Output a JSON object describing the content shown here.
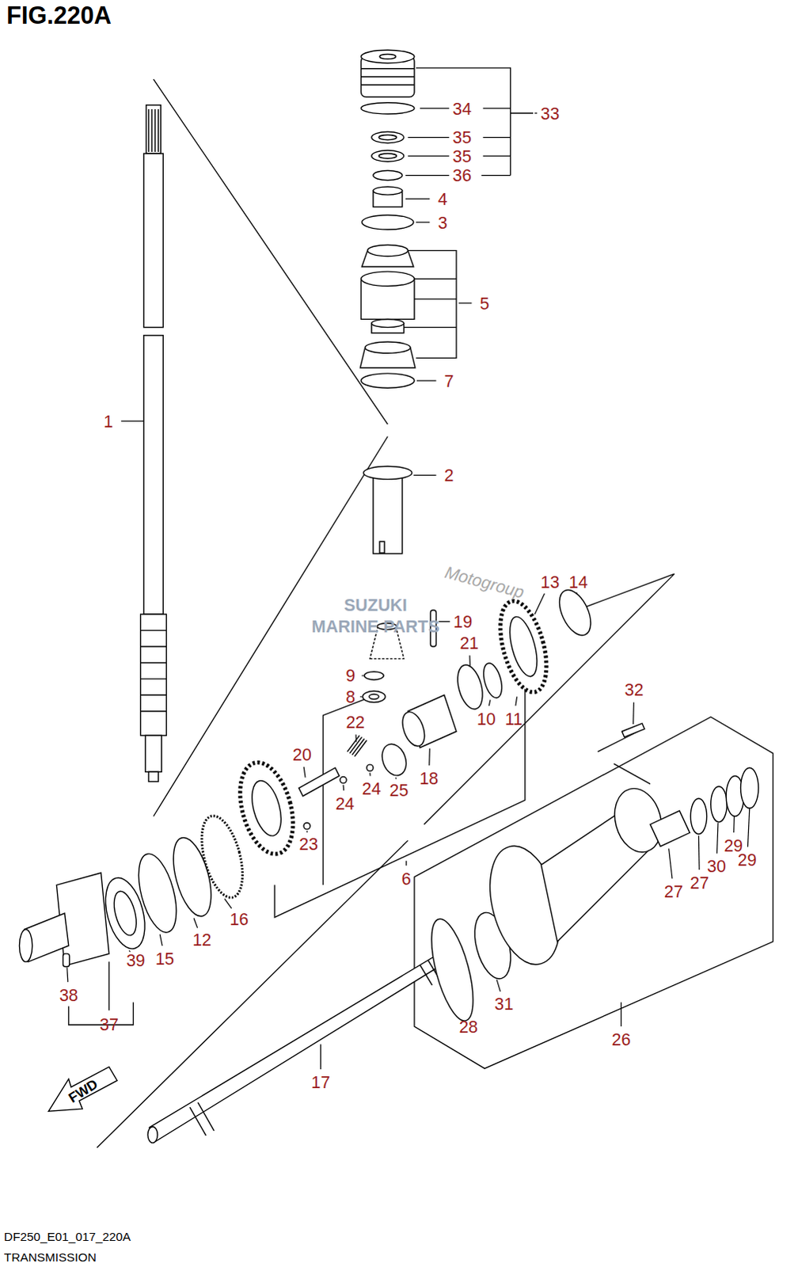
{
  "diagram": {
    "title": "FIG.220A",
    "caption": "TRANSMISSION",
    "labels": [
      "34",
      "33",
      "35",
      "35",
      "36",
      "4",
      "3",
      "5",
      "7",
      "1",
      "2",
      "13",
      "14",
      "19",
      "21",
      "9",
      "8",
      "10",
      "11",
      "32",
      "22",
      "20",
      "24",
      "24",
      "25",
      "18",
      "23",
      "6",
      "27",
      "27",
      "30",
      "29",
      "29",
      "16",
      "12",
      "15",
      "39",
      "38",
      "37",
      "28",
      "31",
      "26",
      "17",
      "FWD",
      "Motogroup",
      "SUZUKI",
      "MARINE PARTS",
      "DF250_E01_017_220A"
    ]
  }
}
